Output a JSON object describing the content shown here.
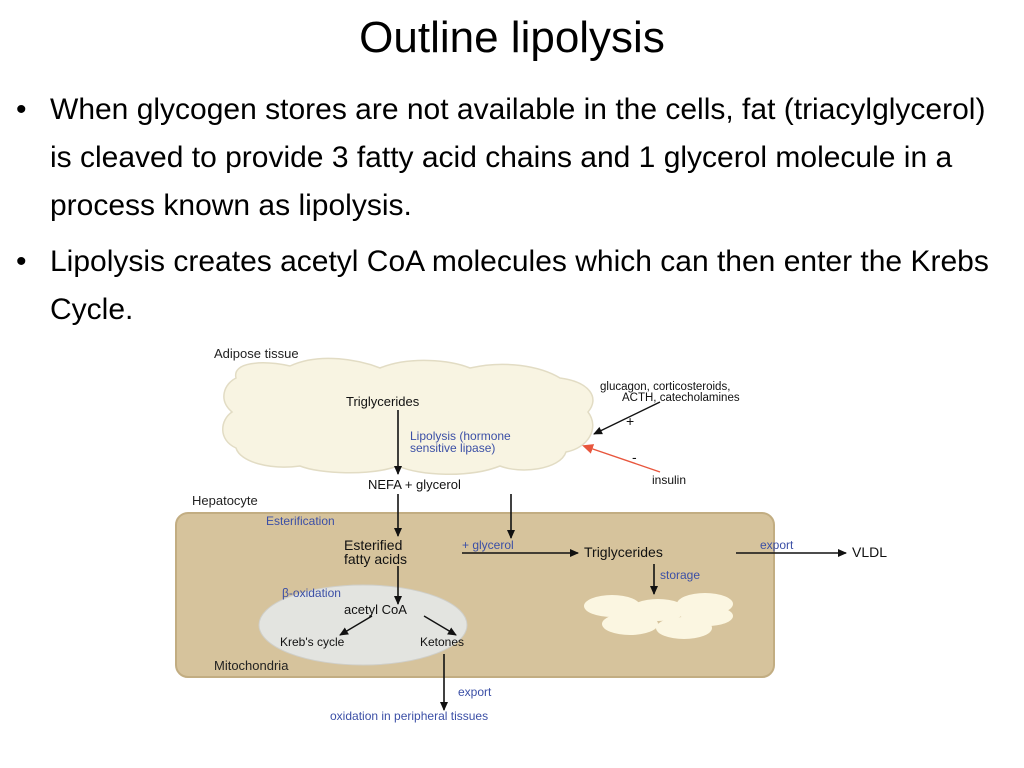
{
  "slide": {
    "title": "Outline lipolysis",
    "bullets": [
      "When glycogen stores are not available in the cells, fat (triacylglycerol) is cleaved to provide 3 fatty acid chains and 1 glycerol molecule in a process known as lipolysis.",
      "Lipolysis creates acetyl CoA molecules which can then enter the Krebs Cycle."
    ]
  },
  "diagram": {
    "adipose_label": "Adipose tissue",
    "triglycerides_adipose": "Triglycerides",
    "hormones_line1": "glucagon, corticosteroids,",
    "hormones_line2": "ACTH, catecholamines",
    "plus_sign": "+",
    "lipolysis_line1": "Lipolysis (hormone",
    "lipolysis_line2": "sensitive lipase)",
    "minus_sign": "-",
    "insulin": "insulin",
    "nefa": "NEFA + glycerol",
    "hepatocyte_label": "Hepatocyte",
    "esterification": "Esterification",
    "esterified_line1": "Esterified",
    "esterified_line2": "fatty acids",
    "plus_glycerol": "+ glycerol",
    "triglycerides_liver": "Triglycerides",
    "export_top": "export",
    "vldl": "VLDL",
    "storage": "storage",
    "beta_oxidation": "β-oxidation",
    "acetyl_coa": "acetyl CoA",
    "krebs": "Kreb's cycle",
    "ketones": "Ketones",
    "mitochondria": "Mitochondria",
    "export_bottom": "export",
    "oxidation": "oxidation in peripheral tissues",
    "colors": {
      "hepatocyte_fill": "#d6c39c",
      "hepatocyte_border": "#c2ad82",
      "adipose_fill": "#f8f4e2",
      "mitochondria_fill": "#e3e4e0",
      "blue_text": "#3b4fa6",
      "inhibit_arrow": "#e8563d"
    }
  }
}
